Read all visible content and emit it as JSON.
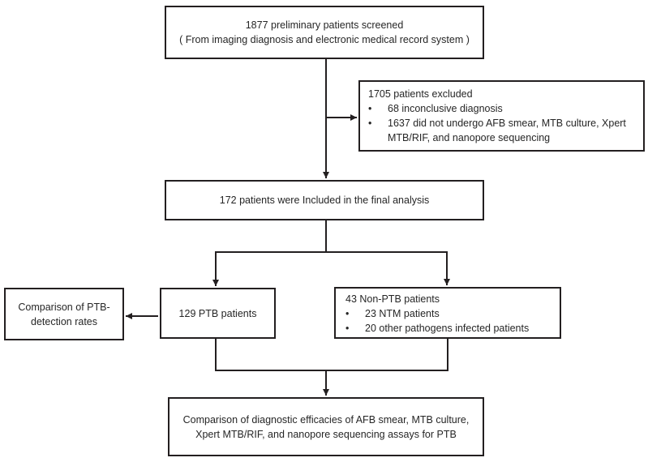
{
  "diagram": {
    "type": "flowchart",
    "screened": {
      "line1": "1877 preliminary patients screened",
      "line2": "( From imaging diagnosis and electronic medical record system )"
    },
    "excluded": {
      "title": "1705 patients excluded",
      "bullets": [
        "68 inconclusive diagnosis",
        "1637 did not undergo AFB smear, MTB culture, Xpert MTB/RIF, and nanopore sequencing"
      ]
    },
    "included": {
      "text": "172 patients were Included in the final analysis"
    },
    "comparison_rates": {
      "line1": "Comparison of PTB-",
      "line2": "detection rates"
    },
    "ptb": {
      "text": "129 PTB patients"
    },
    "non_ptb": {
      "title": "43 Non-PTB patients",
      "bullets": [
        "23 NTM patients",
        "20 other pathogens infected patients"
      ]
    },
    "efficacy": {
      "line1": "Comparison of diagnostic efficacies of AFB smear, MTB culture,",
      "line2": "Xpert MTB/RIF, and nanopore sequencing assays for PTB"
    }
  },
  "ui": {
    "bullet_char": "•"
  },
  "colors": {
    "line_and_border": "#231f20",
    "text": "#262626",
    "background": "#ffffff"
  }
}
